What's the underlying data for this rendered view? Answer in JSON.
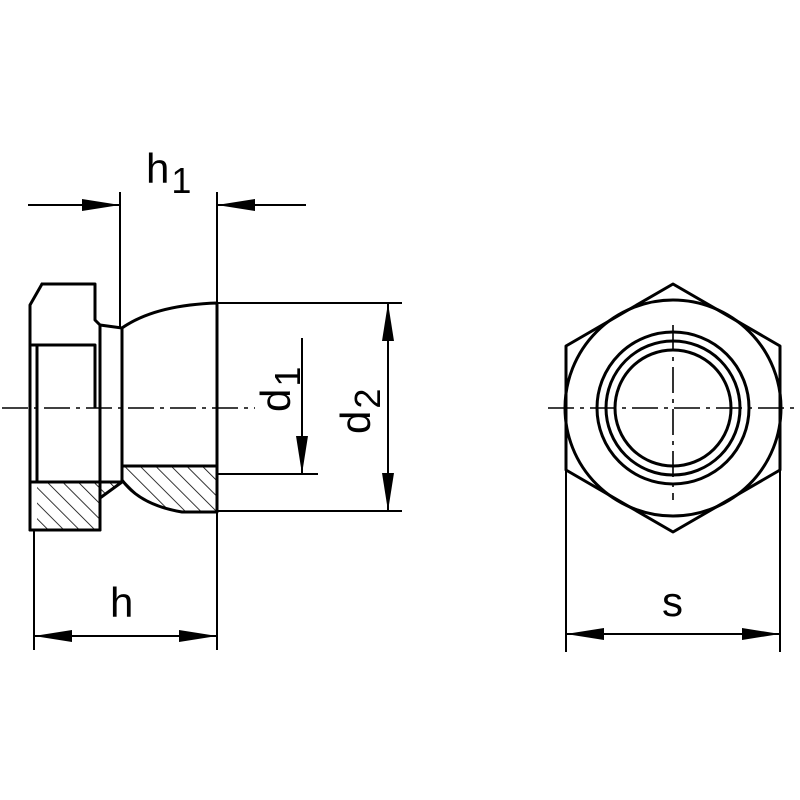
{
  "drawing": {
    "side_view": {
      "labels": {
        "h1_main": "h",
        "h1_sub": "1",
        "h": "h",
        "d1_main": "d",
        "d1_sub": "1",
        "d2_main": "d",
        "d2_sub": "2"
      }
    },
    "end_view": {
      "labels": {
        "s": "s"
      }
    }
  }
}
